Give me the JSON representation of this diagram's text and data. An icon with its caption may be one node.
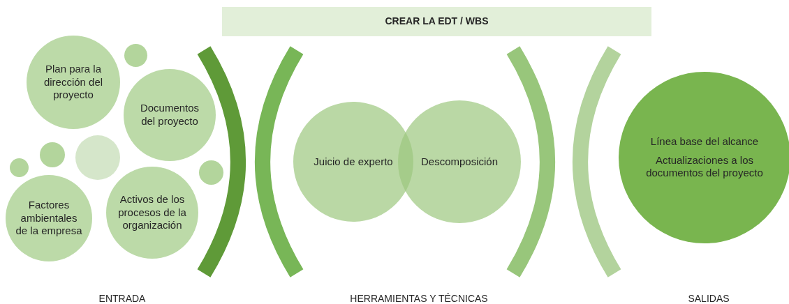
{
  "diagram": {
    "nodes": [
      {
        "text": [
          "CREAR LA EDT / WBS"
        ]
      },
      {
        "text": [
          "Plan para la dirección del proyecto"
        ]
      },
      {
        "text": [
          "Documentos del proyecto"
        ]
      },
      {
        "text": [],
        "shape": "circle"
      },
      {
        "text": [],
        "shape": "circle"
      },
      {
        "text": [],
        "shape": "circle"
      },
      {
        "text": [],
        "shape": "circle"
      },
      {
        "text": [],
        "shape": "circle"
      },
      {
        "text": [
          "Factores ambientales de la empresa"
        ]
      },
      {
        "text": [
          "Activos de los procesos de la organización"
        ]
      },
      {
        "text": [
          "Juicio de experto"
        ]
      },
      {
        "text": [
          "Descomposición"
        ]
      },
      {
        "text": [
          "Línea base del alcance",
          "Actualizaciones a los documentos del proyecto"
        ]
      }
    ],
    "edges": [],
    "labels": [
      "ENTRADA",
      "HERRAMIENTAS Y TÉCNICAS",
      "SALIDAS"
    ]
  }
}
